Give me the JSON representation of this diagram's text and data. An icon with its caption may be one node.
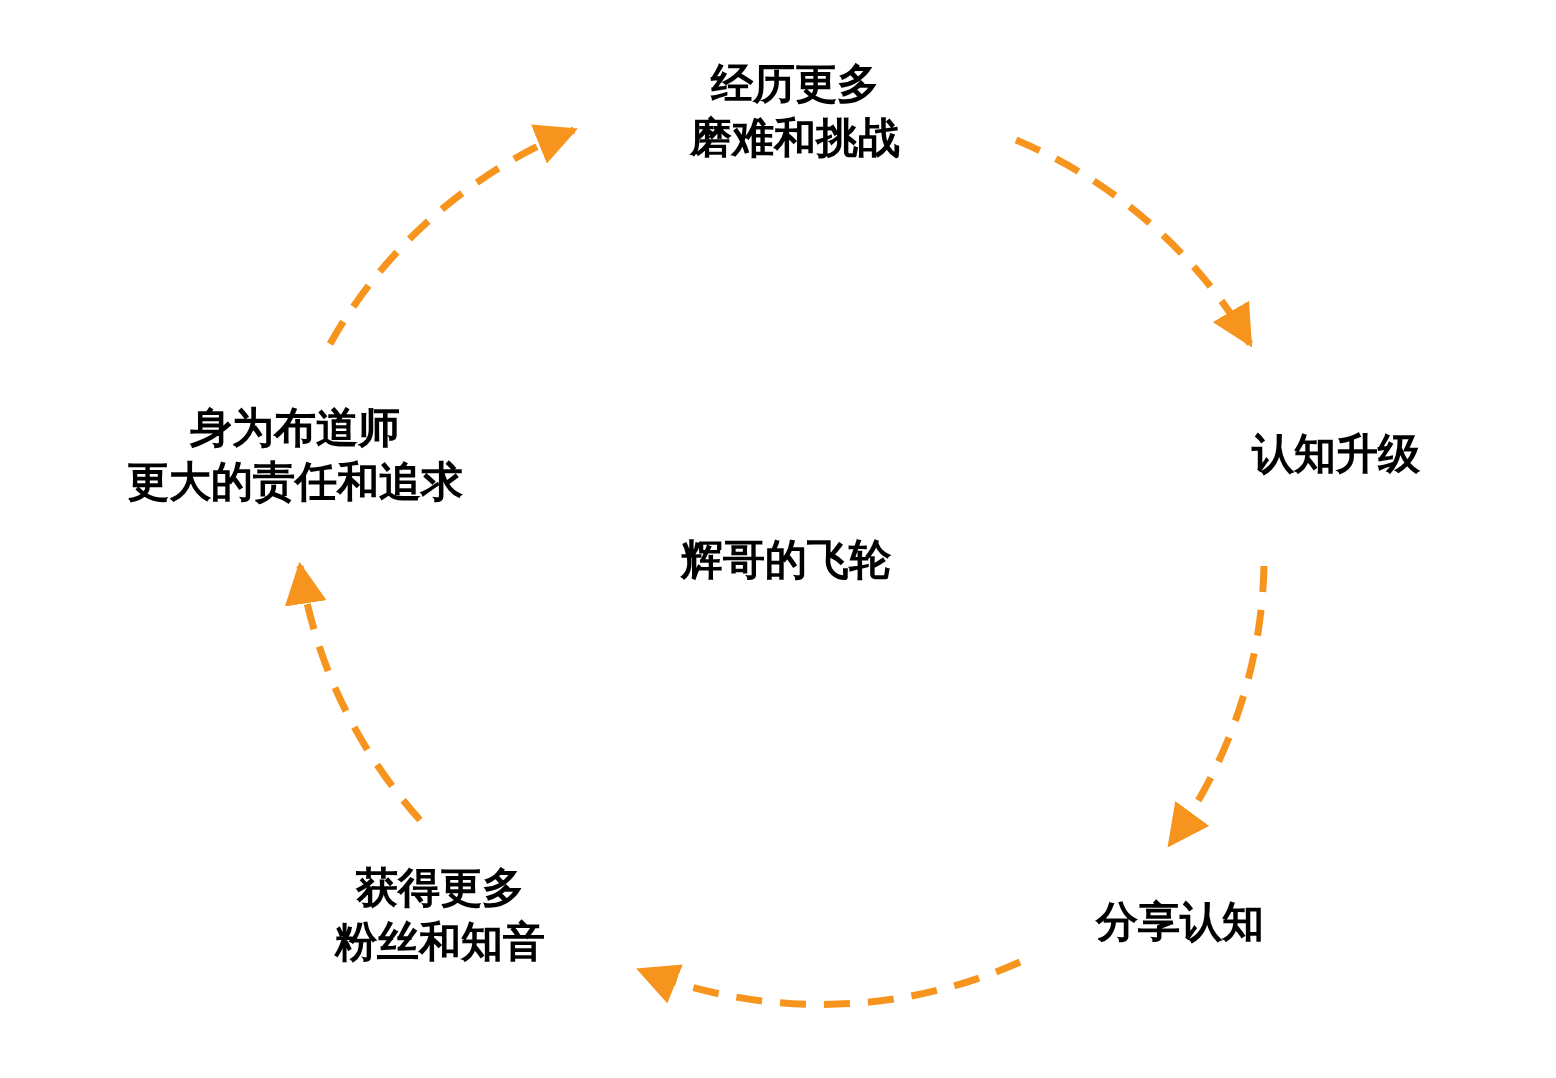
{
  "diagram": {
    "title": "辉哥的飞轮",
    "nodes": [
      {
        "text": [
          "经历更多磨难和挑战"
        ]
      },
      {
        "text": [
          "认知升级"
        ]
      },
      {
        "text": [
          "分享认知"
        ]
      },
      {
        "text": [
          "获得更多粉丝和知音"
        ]
      },
      {
        "text": [
          "身为布道师更大的责任和追求"
        ]
      }
    ],
    "edges": [
      {
        "from": 0,
        "to": 1,
        "arrow": "to",
        "style": "dashed"
      },
      {
        "from": 1,
        "to": 2,
        "arrow": "to",
        "style": "dashed"
      },
      {
        "from": 2,
        "to": 3,
        "arrow": "to",
        "style": "dashed"
      },
      {
        "from": 3,
        "to": 4,
        "arrow": "to",
        "style": "dashed"
      },
      {
        "from": 4,
        "to": 0,
        "arrow": "to",
        "style": "dashed"
      }
    ]
  }
}
